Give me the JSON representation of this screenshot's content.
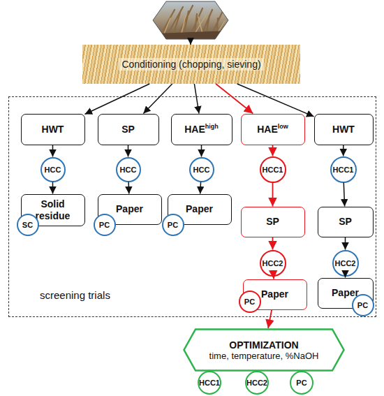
{
  "diagram": {
    "nodes": [
      {
        "text": [
          "Conditioning (chopping, sieving)"
        ]
      },
      {
        "text": [
          "screening trials"
        ]
      },
      {
        "text": [
          "HWT"
        ],
        "in": 1
      },
      {
        "text": [
          "SP"
        ],
        "in": 1
      },
      {
        "text": [
          "HAE",
          "high"
        ],
        "in": 1
      },
      {
        "text": [
          "HAE",
          "low"
        ],
        "in": 1
      },
      {
        "text": [
          "HWT"
        ],
        "in": 1
      },
      {
        "text": [
          "HCC"
        ],
        "in": 1
      },
      {
        "text": [
          "HCC"
        ],
        "in": 1
      },
      {
        "text": [
          "HCC"
        ],
        "in": 1
      },
      {
        "text": [
          "HCC1"
        ],
        "in": 1
      },
      {
        "text": [
          "HCC1"
        ],
        "in": 1
      },
      {
        "text": [
          "Solid residue"
        ],
        "in": 1
      },
      {
        "text": [
          "Paper"
        ],
        "in": 1
      },
      {
        "text": [
          "Paper"
        ],
        "in": 1
      },
      {
        "text": [
          "SP"
        ],
        "in": 1
      },
      {
        "text": [
          "SP"
        ],
        "in": 1
      },
      {
        "text": [
          "SC"
        ],
        "in": 1
      },
      {
        "text": [
          "PC"
        ],
        "in": 1
      },
      {
        "text": [
          "PC"
        ],
        "in": 1
      },
      {
        "text": [
          "HCC2"
        ],
        "in": 1
      },
      {
        "text": [
          "HCC2"
        ],
        "in": 1
      },
      {
        "text": [
          "Paper"
        ],
        "in": 1
      },
      {
        "text": [
          "Paper"
        ],
        "in": 1
      },
      {
        "text": [
          "PC"
        ],
        "in": 1
      },
      {
        "text": [
          "PC"
        ],
        "in": 1
      },
      {
        "text": [
          "OPTIMIZATION",
          "time, temperature, %NaOH"
        ]
      },
      {
        "text": [
          "HCC1"
        ]
      },
      {
        "text": [
          "HCC2"
        ]
      },
      {
        "text": [
          "PC"
        ]
      }
    ],
    "edges": [
      {
        "from": 0,
        "to": 2,
        "arrow": "to"
      },
      {
        "from": 0,
        "to": 3,
        "arrow": "to"
      },
      {
        "from": 0,
        "to": 4,
        "arrow": "to"
      },
      {
        "from": 0,
        "to": 5,
        "arrow": "to"
      },
      {
        "from": 0,
        "to": 6,
        "arrow": "to"
      },
      {
        "from": 2,
        "to": 7,
        "arrow": "to"
      },
      {
        "from": 7,
        "to": 12,
        "arrow": "to"
      },
      {
        "from": 3,
        "to": 8,
        "arrow": "to"
      },
      {
        "from": 8,
        "to": 13,
        "arrow": "to"
      },
      {
        "from": 4,
        "to": 9,
        "arrow": "to"
      },
      {
        "from": 9,
        "to": 14,
        "arrow": "to"
      },
      {
        "from": 5,
        "to": 10,
        "arrow": "to"
      },
      {
        "from": 10,
        "to": 15,
        "arrow": "to"
      },
      {
        "from": 15,
        "to": 20,
        "arrow": "to"
      },
      {
        "from": 20,
        "to": 22,
        "arrow": "to"
      },
      {
        "from": 6,
        "to": 11,
        "arrow": "to"
      },
      {
        "from": 11,
        "to": 16,
        "arrow": "to"
      },
      {
        "from": 16,
        "to": 21,
        "arrow": "to"
      },
      {
        "from": 21,
        "to": 23,
        "arrow": "to"
      },
      {
        "from": 22,
        "to": 26,
        "arrow": "to"
      }
    ]
  }
}
